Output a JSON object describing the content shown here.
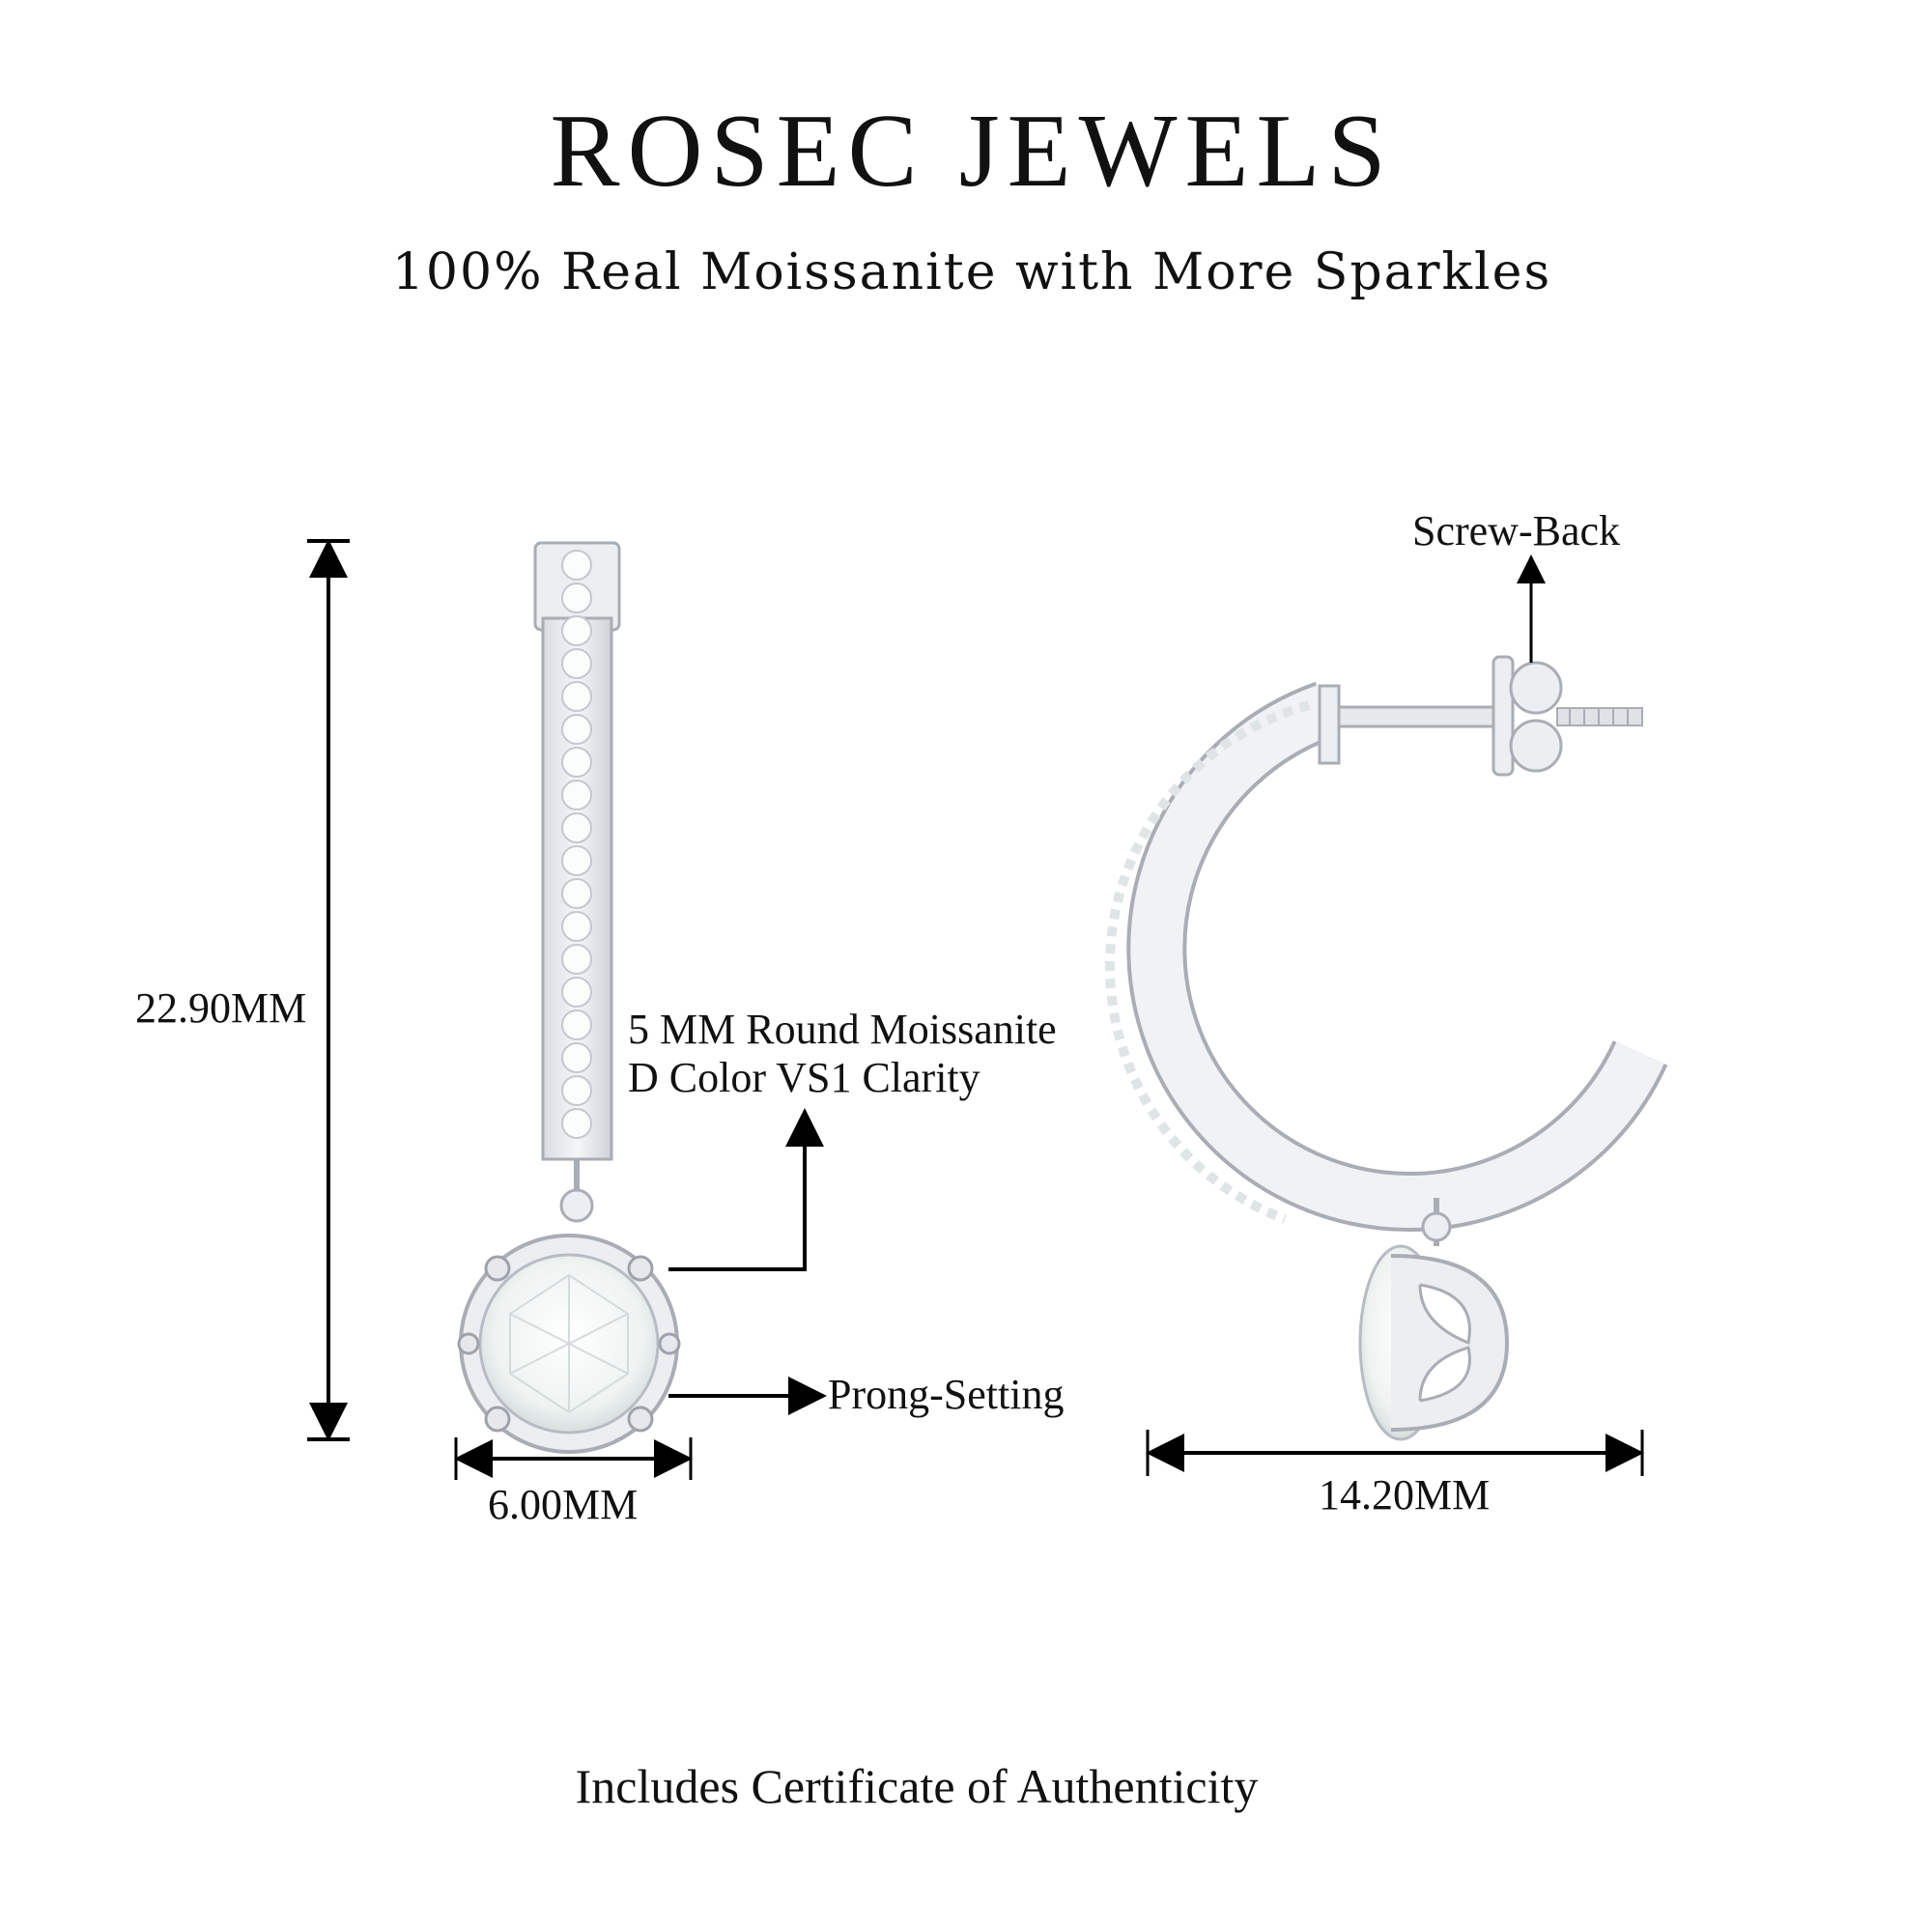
{
  "header": {
    "brand": "ROSEC JEWELS",
    "tagline": "100% Real Moissanite with More Sparkles"
  },
  "dimensions": {
    "height": "22.90MM",
    "stone_width": "6.00MM",
    "hoop_width": "14.20MM"
  },
  "annotations": {
    "stone_line1": "5 MM Round Moissanite",
    "stone_line2": "D Color VS1 Clarity",
    "setting": "Prong-Setting",
    "back": "Screw-Back"
  },
  "footer": {
    "note": "Includes Certificate of Authenticity"
  },
  "colors": {
    "metal": "#e8eaee",
    "metal_edge": "#a9adb5",
    "line": "#000000"
  }
}
